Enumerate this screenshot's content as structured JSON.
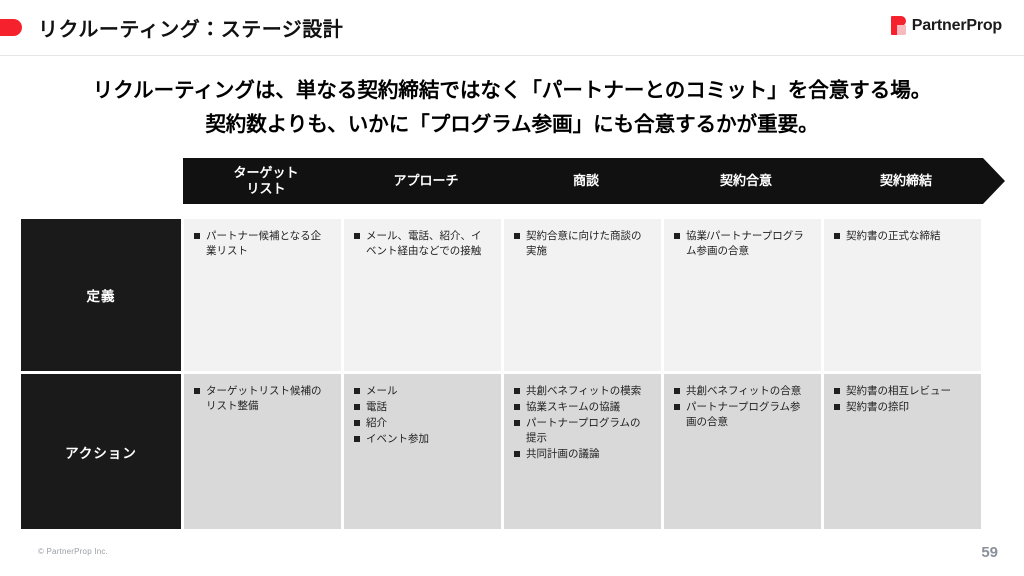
{
  "header": {
    "title": "リクルーティング：ステージ設計",
    "brand_name": "PartnerProp",
    "accent_color": "#f5222d"
  },
  "subtitle": {
    "line1": "リクルーティングは、単なる契約締結ではなく「パートナーとのコミット」を合意する場。",
    "line2": "契約数よりも、いかに「プログラム参画」にも合意するかが重要。"
  },
  "stages": [
    {
      "label": "ターゲット\nリスト"
    },
    {
      "label": "アプローチ"
    },
    {
      "label": "商談"
    },
    {
      "label": "契約合意"
    },
    {
      "label": "契約締結"
    }
  ],
  "matrix": {
    "rows": [
      {
        "label": "定義",
        "cells": [
          {
            "bullets": [
              "パートナー候補となる企業リスト"
            ]
          },
          {
            "bullets": [
              "メール、電話、紹介、イベント経由などでの接触"
            ]
          },
          {
            "bullets": [
              "契約合意に向けた商談の実施"
            ]
          },
          {
            "bullets": [
              "協業/パートナープログラム参画の合意"
            ]
          },
          {
            "bullets": [
              "契約書の正式な締結"
            ]
          }
        ]
      },
      {
        "label": "アクション",
        "cells": [
          {
            "bullets": [
              "ターゲットリスト候補のリスト整備"
            ]
          },
          {
            "bullets": [
              "メール",
              "電話",
              "紹介",
              "イベント参加"
            ]
          },
          {
            "bullets": [
              "共創ベネフィットの模索",
              "協業スキームの協議",
              "パートナープログラムの提示",
              "共同計画の議論"
            ]
          },
          {
            "bullets": [
              "共創ベネフィットの合意",
              "パートナープログラム参画の合意"
            ]
          },
          {
            "bullets": [
              "契約書の相互レビュー",
              "契約書の捺印"
            ]
          }
        ]
      }
    ]
  },
  "footer": {
    "copyright": "© PartnerProp Inc.",
    "page_number": "59"
  }
}
